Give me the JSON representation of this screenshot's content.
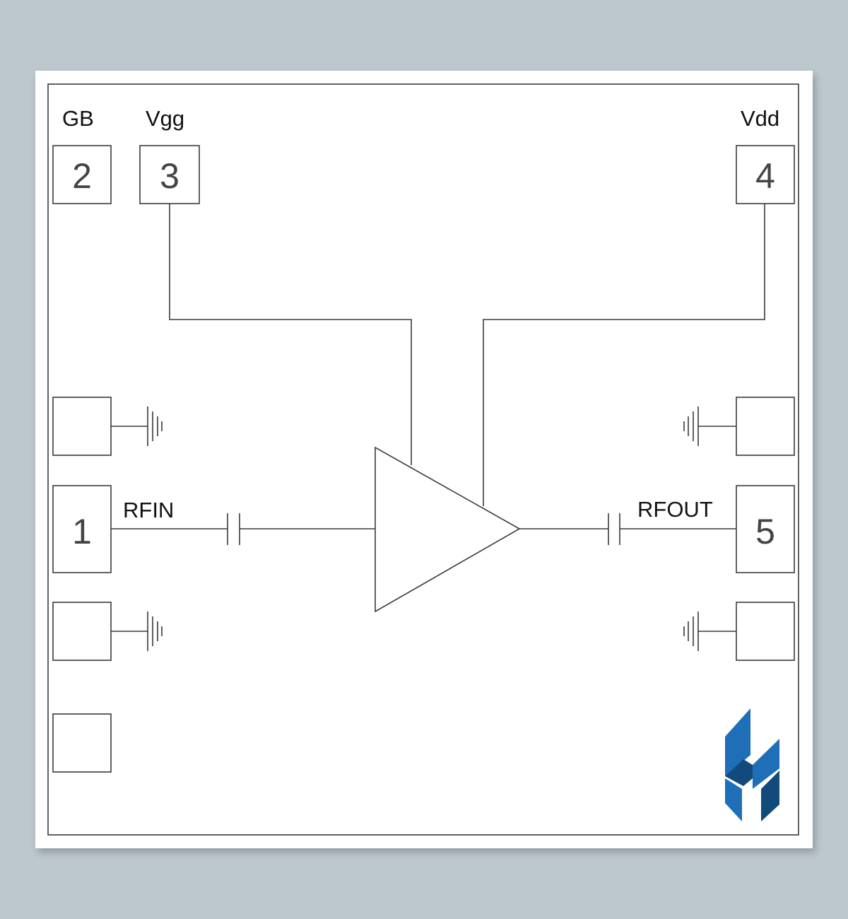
{
  "labels": {
    "gb": "GB",
    "vgg": "Vgg",
    "vdd": "Vdd",
    "rfin": "RFIN",
    "rfout": "RFOUT"
  },
  "pads": {
    "pad1": "1",
    "pad2": "2",
    "pad3": "3",
    "pad4": "4",
    "pad5": "5"
  },
  "colors": {
    "background": "#bcc7ce",
    "line": "#3a3a3a",
    "logo_light": "#1f6fb8",
    "logo_dark": "#134a7c"
  },
  "logo": {
    "icon": "company-logo-icon"
  }
}
